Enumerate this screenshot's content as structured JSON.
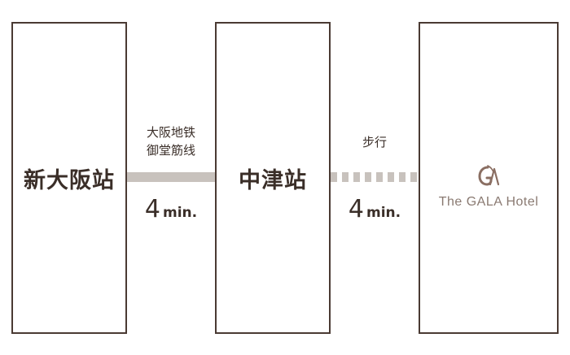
{
  "stations": {
    "origin": "新大阪站",
    "transfer": "中津站"
  },
  "legs": [
    {
      "mode_line1": "大阪地铁",
      "mode_line2": "御堂筋线",
      "time_value": "4",
      "time_unit": "min.",
      "line_style": "solid"
    },
    {
      "mode_line1": "步行",
      "time_value": "4",
      "time_unit": "min.",
      "line_style": "dashed"
    }
  ],
  "hotel": {
    "name": "The GALA Hotel",
    "logo": "gala-monogram-icon"
  },
  "colors": {
    "border": "#4a3a33",
    "text": "#3a2e28",
    "connector": "#c8c2bd",
    "hotel_text": "#8a7a72"
  }
}
